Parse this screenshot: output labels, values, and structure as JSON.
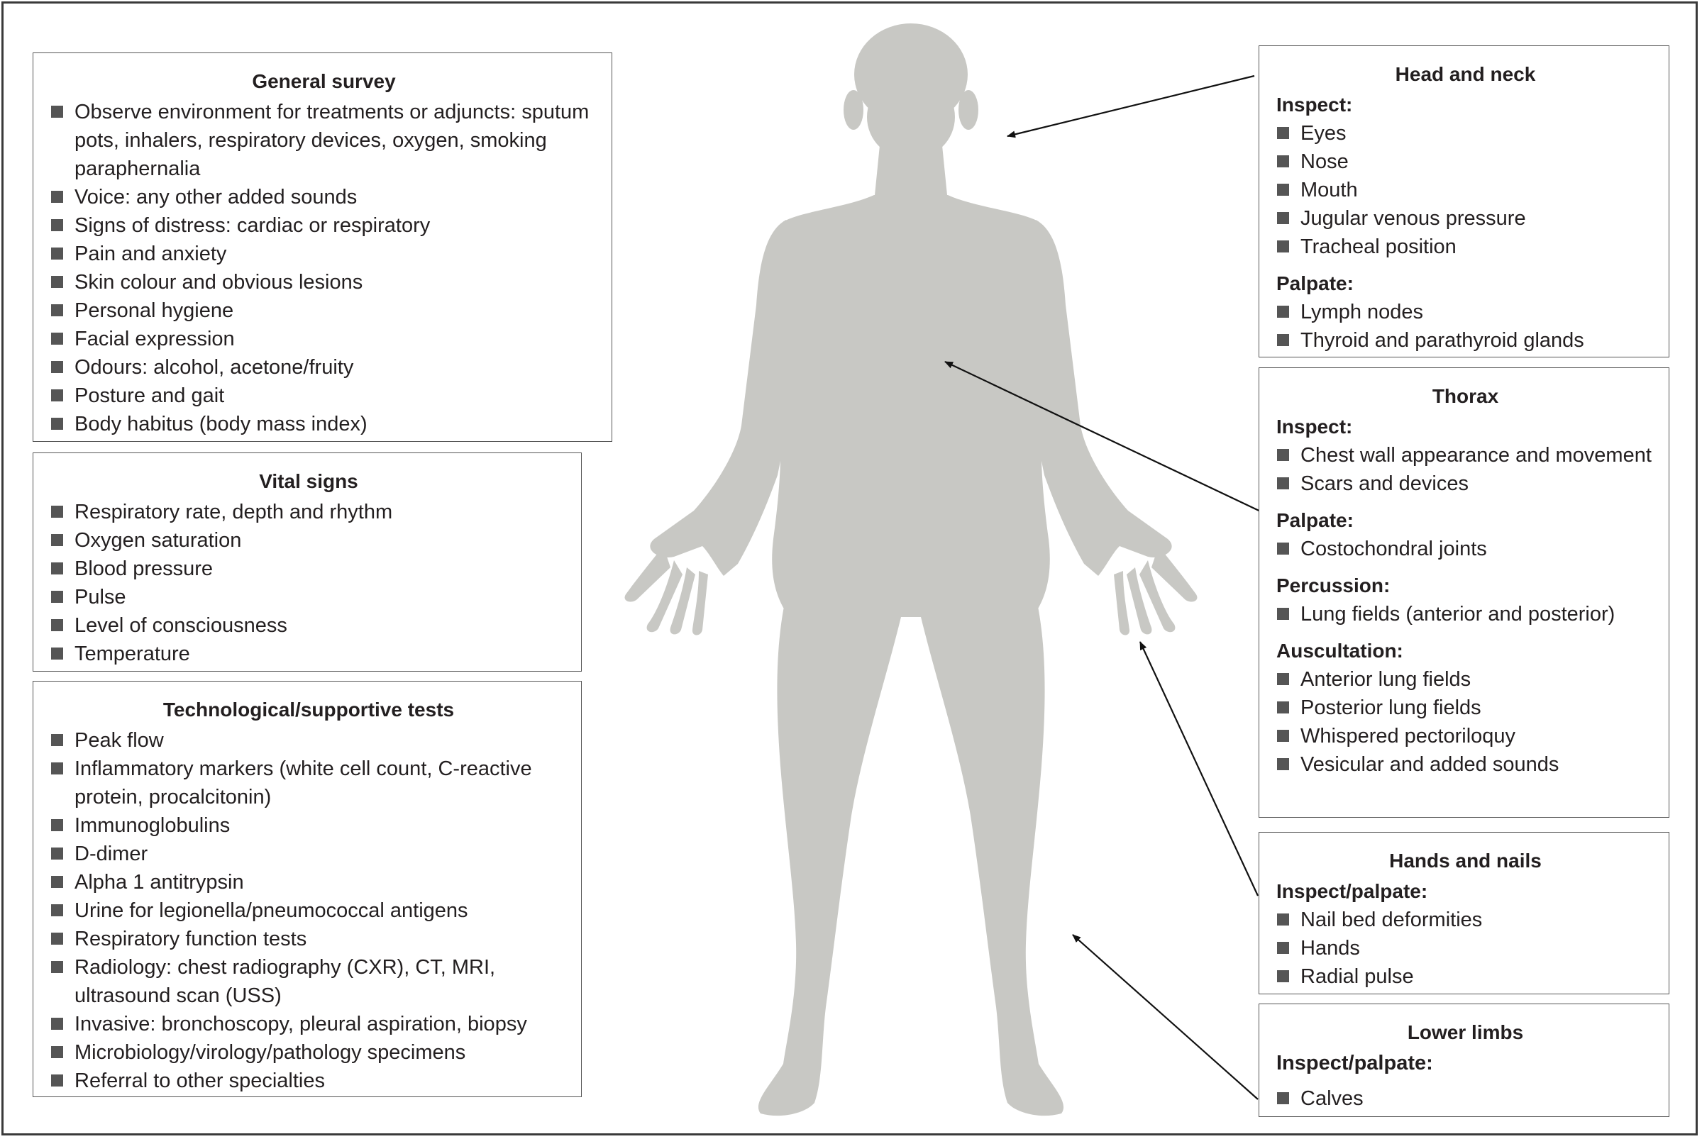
{
  "left_panels": [
    {
      "title": "General survey",
      "items": [
        "Observe environment for treatments or adjuncts: sputum pots, inhalers, respiratory devices, oxygen, smoking paraphernalia",
        "Voice: any other added sounds",
        "Signs of distress: cardiac or respiratory",
        "Pain and anxiety",
        "Skin colour and obvious lesions",
        "Personal hygiene",
        "Facial expression",
        "Odours: alcohol, acetone/fruity",
        "Posture and gait",
        "Body habitus (body mass index)"
      ]
    },
    {
      "title": "Vital signs",
      "items": [
        "Respiratory rate, depth and rhythm",
        "Oxygen saturation",
        "Blood pressure",
        "Pulse",
        "Level of consciousness",
        "Temperature"
      ]
    },
    {
      "title": "Technological/supportive tests",
      "items": [
        "Peak flow",
        "Inflammatory markers (white cell count, C-reactive protein, procalcitonin)",
        "Immunoglobulins",
        "D-dimer",
        "Alpha 1 antitrypsin",
        "Urine for legionella/pneumococcal antigens",
        "Respiratory function tests",
        "Radiology: chest radiography (CXR), CT, MRI, ultrasound scan (USS)",
        "Invasive: bronchoscopy, pleural aspiration, biopsy",
        "Microbiology/virology/pathology specimens",
        "Referral to other specialties"
      ]
    }
  ],
  "right_panels": [
    {
      "title": "Head and neck",
      "groups": [
        {
          "label": "Inspect:",
          "items": [
            "Eyes",
            "Nose",
            "Mouth",
            "Jugular venous pressure",
            "Tracheal position"
          ]
        },
        {
          "label": "Palpate:",
          "items": [
            "Lymph nodes",
            "Thyroid and parathyroid glands"
          ]
        }
      ]
    },
    {
      "title": "Thorax",
      "groups": [
        {
          "label": "Inspect:",
          "items": [
            "Chest wall appearance and movement",
            "Scars and devices"
          ]
        },
        {
          "label": "Palpate:",
          "items": [
            "Costochondral joints"
          ]
        },
        {
          "label": "Percussion:",
          "items": [
            "Lung fields (anterior and posterior)"
          ]
        },
        {
          "label": "Auscultation:",
          "items": [
            "Anterior lung fields",
            "Posterior lung fields",
            "Whispered pectoriloquy",
            "Vesicular and added sounds"
          ]
        }
      ]
    },
    {
      "title": "Hands and nails",
      "groups": [
        {
          "label": "Inspect/palpate:",
          "items": [
            "Nail bed deformities",
            "Hands",
            "Radial pulse"
          ]
        }
      ]
    },
    {
      "title": "Lower limbs",
      "groups": [
        {
          "label": "Inspect/palpate:",
          "items": [
            "Calves"
          ]
        }
      ]
    }
  ],
  "colors": {
    "silhouette": "#c8c8c4",
    "bullet": "#555555",
    "border": "#555555"
  }
}
